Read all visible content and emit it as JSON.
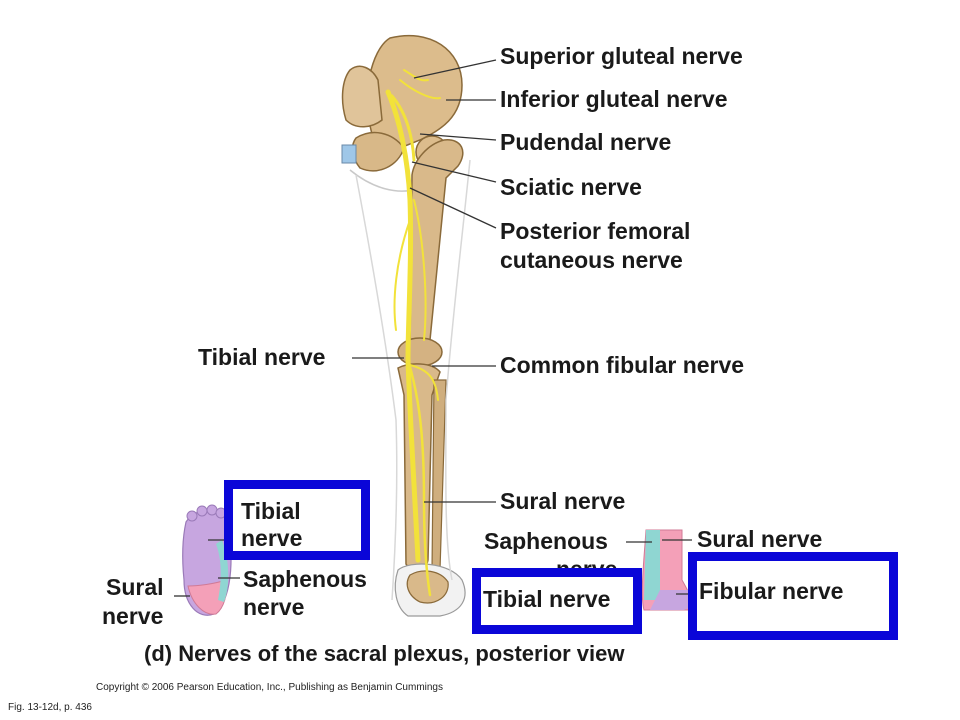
{
  "labels": {
    "superior_gluteal": "Superior gluteal nerve",
    "inferior_gluteal": "Inferior gluteal nerve",
    "pudendal": "Pudendal nerve",
    "sciatic": "Sciatic nerve",
    "posterior_femoral_1": "Posterior femoral",
    "posterior_femoral_2": "cutaneous nerve",
    "tibial": "Tibial nerve",
    "common_fibular": "Common fibular nerve",
    "sural": "Sural nerve"
  },
  "foot_left": {
    "tibial_1": "Tibial",
    "tibial_2": "nerve",
    "saphenous_1": "Saphenous",
    "saphenous_2": "nerve",
    "sural_1": "Sural",
    "sural_2": "nerve"
  },
  "foot_right": {
    "saphenous_1": "Saphenous",
    "saphenous_2": "nerve",
    "sural": "Sural nerve",
    "tibial": "Tibial nerve",
    "fibular": "Fibular nerve"
  },
  "caption": "(d)  Nerves of the sacral plexus, posterior view",
  "copyright": "Copyright © 2006 Pearson Education, Inc., Publishing as Benjamin Cummings",
  "figure_ref": "Fig. 13-12d,  p. 436",
  "colors": {
    "highlight_box": "#0a06d8",
    "bone": "#d9b98a",
    "nerve": "#f2e23a",
    "tibial_region": "#c7a6e0",
    "sural_region": "#f4a0b8",
    "saphenous_region": "#8fd6d2"
  }
}
